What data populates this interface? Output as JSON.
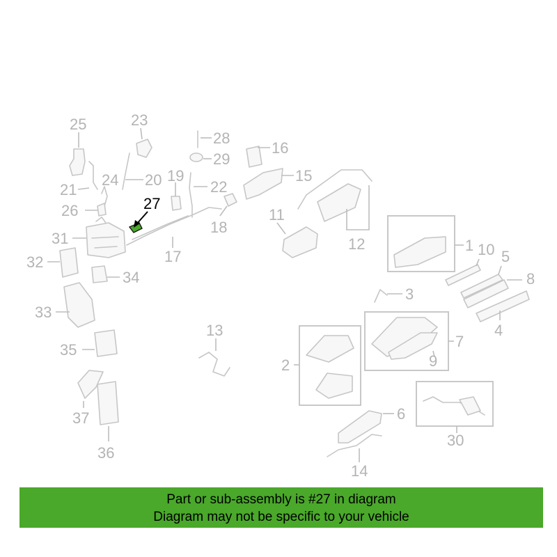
{
  "highlight": {
    "part_number": "27",
    "color": "#4aa82a"
  },
  "callouts": [
    "1",
    "2",
    "3",
    "4",
    "5",
    "6",
    "7",
    "8",
    "9",
    "10",
    "11",
    "12",
    "13",
    "14",
    "15",
    "16",
    "17",
    "18",
    "19",
    "20",
    "21",
    "22",
    "23",
    "24",
    "25",
    "26",
    "28",
    "29",
    "30",
    "31",
    "32",
    "33",
    "34",
    "35",
    "36",
    "37"
  ],
  "banner": {
    "line1": "Part or sub-assembly is #27 in diagram",
    "line2": "Diagram may not be specific to your vehicle",
    "background": "#4aa82a"
  }
}
